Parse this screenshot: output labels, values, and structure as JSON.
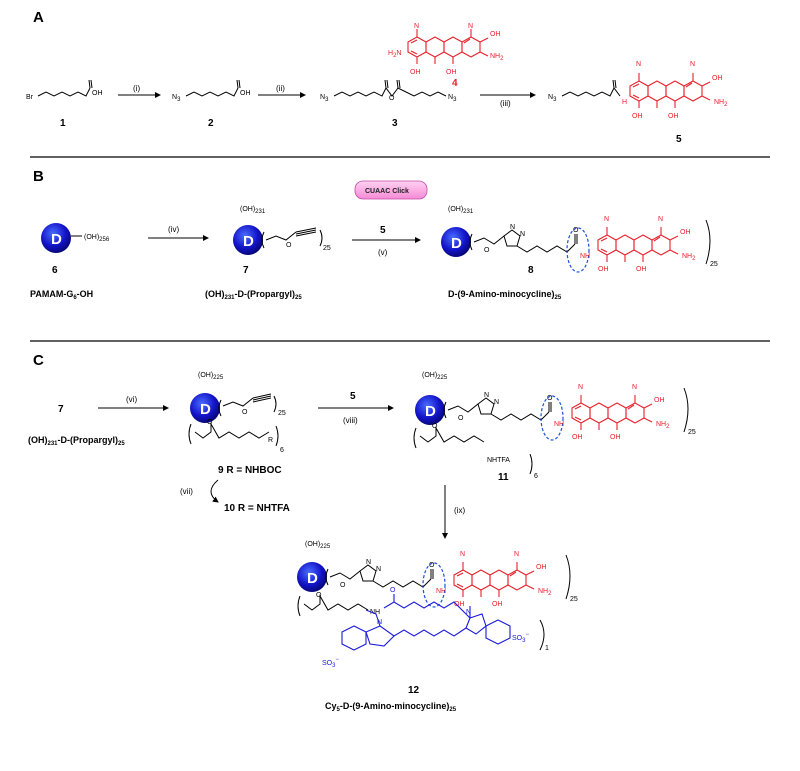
{
  "panels": {
    "a": "A",
    "b": "B",
    "c": "C"
  },
  "compounds": {
    "c1": "1",
    "c2": "2",
    "c3": "3",
    "c4": "4",
    "c5": "5",
    "c6": "6",
    "c7": "7",
    "c7b": "7",
    "c8": "8",
    "c9": "9 R = NHBOC",
    "c10": "10 R = NHTFA",
    "c11": "11",
    "c12": "12"
  },
  "conditions": {
    "i": "(i)",
    "ii": "(ii)",
    "iii": "(iii)",
    "iv": "(iv)",
    "v": "(v)",
    "vi": "(vi)",
    "vii": "(vii)",
    "viii": "(viii)",
    "ix": "(ix)",
    "reagent5b": "5",
    "reagent5c": "5"
  },
  "click_label": "CUAAC Click",
  "dendrimer_letter": "D",
  "names": {
    "pamam": "PAMAM-G",
    "pamam_sub": "6",
    "pamam_suffix": "-OH",
    "propargyl_pre": "(OH)",
    "propargyl_sub": "231",
    "propargyl_post": "-D-(Propargyl)",
    "propargyl_sub2": "25",
    "product8": "D-(9-Amino-minocycline)",
    "product8_sub": "25",
    "product12_pre": "Cy",
    "product12_sub": "5",
    "product12_post": "-D-(9-Amino-minocycline)",
    "product12_sub2": "25"
  },
  "fragments": {
    "br": "Br",
    "oh": "OH",
    "n3": "N",
    "n3sub": "3",
    "oh256": "(OH)",
    "oh256sub": "256",
    "oh231": "(OH)",
    "oh231sub": "231",
    "oh225": "(OH)",
    "oh225sub": "225",
    "sub25": "25",
    "sub6": "6",
    "sub1": "1",
    "nh2": "NH",
    "nh2sub": "2",
    "h2n": "H",
    "h2nsub": "2",
    "h2nN": "N",
    "nme2": "N",
    "r": "R",
    "nhtfa": "NHTFA",
    "nh": "NH",
    "so3": "SO",
    "so3sub": "3",
    "so3sup": "−",
    "o": "O",
    "h": "H",
    "n": "N"
  }
}
